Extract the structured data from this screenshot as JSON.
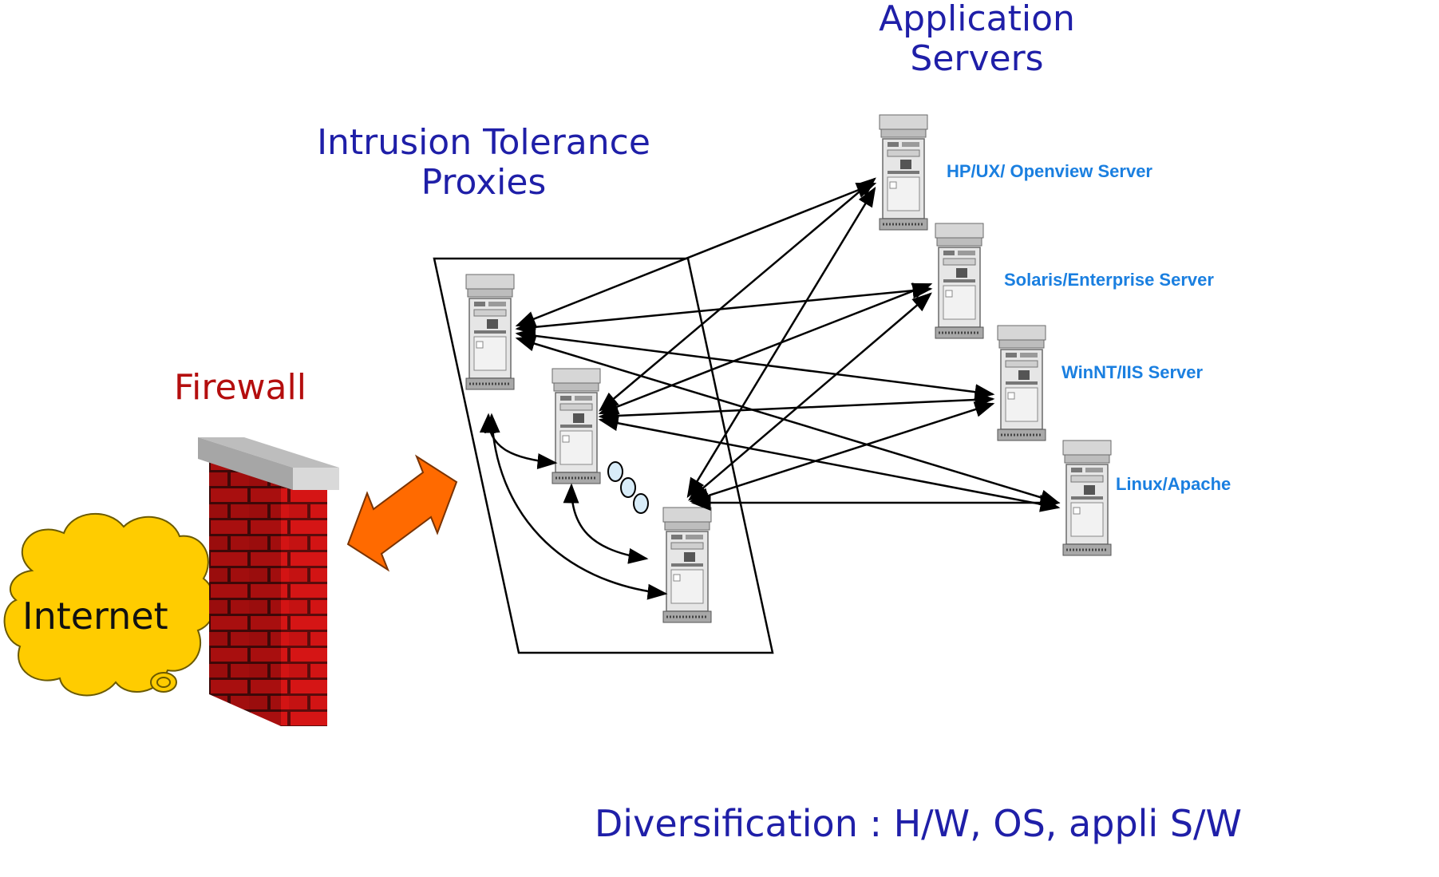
{
  "titles": {
    "app_servers_line1": "Application",
    "app_servers_line2": "Servers",
    "proxies_line1": "Intrusion Tolerance",
    "proxies_line2": "Proxies",
    "firewall": "Firewall",
    "internet": "Internet"
  },
  "app_servers": [
    {
      "label": "HP/UX/ Openview  Server"
    },
    {
      "label": "Solaris/Enterprise Server"
    },
    {
      "label": "WinNT/IIS Server"
    },
    {
      "label": "Linux/Apache"
    }
  ],
  "footer": "Diversification : H/W, OS, appli S/W",
  "colors": {
    "label_blue": "#1f1fa8",
    "server_label_blue": "#1a7fe0",
    "firewall_red": "#b40e0e",
    "brick_red": "#cc1414",
    "cloud_yellow": "#ffcc00",
    "arrow_orange": "#ff6a00"
  }
}
